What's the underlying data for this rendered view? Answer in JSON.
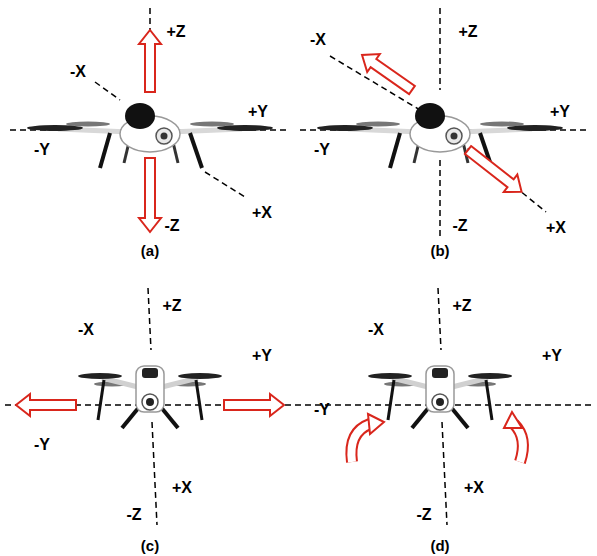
{
  "diagram": {
    "labels": [
      "-X",
      "+Z",
      "+Y",
      "-Y",
      "+X",
      "-Z",
      "(a)",
      "-X",
      "+Z",
      "+Y",
      "-Y",
      "+X",
      "-Z",
      "(b)",
      "-X",
      "+Z",
      "+Y",
      "-Y",
      "+X",
      "-Z",
      "(c)",
      "-X",
      "+Z",
      "+Y",
      "-Y",
      "+X",
      "-Z",
      "(d)"
    ]
  }
}
